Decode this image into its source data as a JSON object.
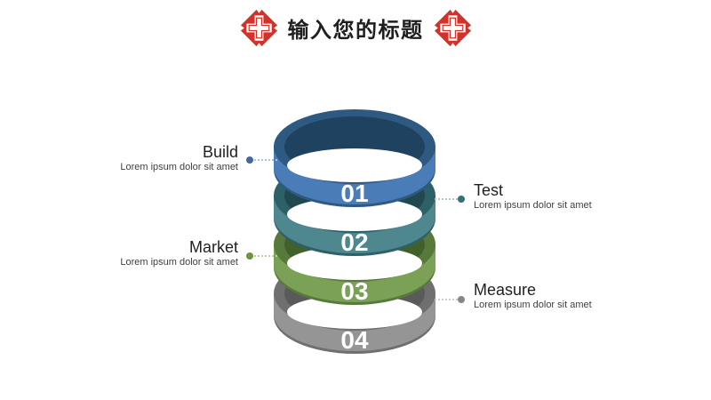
{
  "slide": {
    "title": "输入您的标题"
  },
  "theme": {
    "background": "#ffffff",
    "logo_red": "#D2322A",
    "title_color": "#1f1f1f",
    "heading_color": "#1f1f1f",
    "desc_color": "#404040",
    "number_color": "#ffffff"
  },
  "diagram": {
    "items": [
      {
        "number": "01",
        "label": "Build",
        "desc": "Lorem ipsum dolor sit amet",
        "side": "left",
        "colors": {
          "front": "#4A7CB8",
          "top": "#2E5980",
          "inner": "#1E425F",
          "dot": "#44689B",
          "line": "#A9C2DE"
        }
      },
      {
        "number": "02",
        "label": "Test",
        "desc": "Lorem ipsum dolor sit amet",
        "side": "right",
        "colors": {
          "front": "#4F878E",
          "top": "#2E6067",
          "inner": "#20484E",
          "dot": "#337079",
          "line": "#A9C9CC"
        }
      },
      {
        "number": "03",
        "label": "Market",
        "desc": "Lorem ipsum dolor sit amet",
        "side": "left",
        "colors": {
          "front": "#7AA156",
          "top": "#57793B",
          "inner": "#42602C",
          "dot": "#6E9443",
          "line": "#C0D2AA"
        }
      },
      {
        "number": "04",
        "label": "Measure",
        "desc": "Lorem ipsum dolor sit amet",
        "side": "right",
        "colors": {
          "front": "#959595",
          "top": "#6F6F6F",
          "inner": "#5A5A5A",
          "dot": "#868686",
          "line": "#CCCCCC"
        }
      }
    ]
  }
}
